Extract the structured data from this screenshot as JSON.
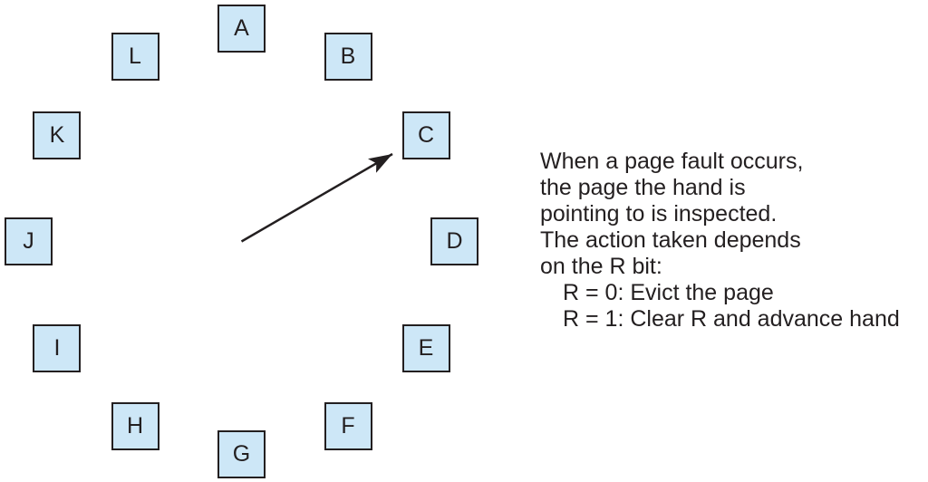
{
  "diagram": {
    "pages": [
      "A",
      "B",
      "C",
      "D",
      "E",
      "F",
      "G",
      "H",
      "I",
      "J",
      "K",
      "L"
    ],
    "hand_points_to": "C",
    "colors": {
      "background": "#ffffff",
      "page_fill": "#cde7f7",
      "page_border": "#231f20",
      "arrow": "#231f20",
      "text": "#231f20"
    }
  },
  "annotation": {
    "lines": [
      {
        "text": "When a page fault occurs,",
        "indent": false
      },
      {
        "text": "the page the hand is",
        "indent": false
      },
      {
        "text": "pointing to is inspected.",
        "indent": false
      },
      {
        "text": "The action taken depends",
        "indent": false
      },
      {
        "text": "on the R bit:",
        "indent": false
      },
      {
        "text": "R = 0: Evict the page",
        "indent": true
      },
      {
        "text": "R = 1: Clear R and advance hand",
        "indent": true
      }
    ]
  }
}
